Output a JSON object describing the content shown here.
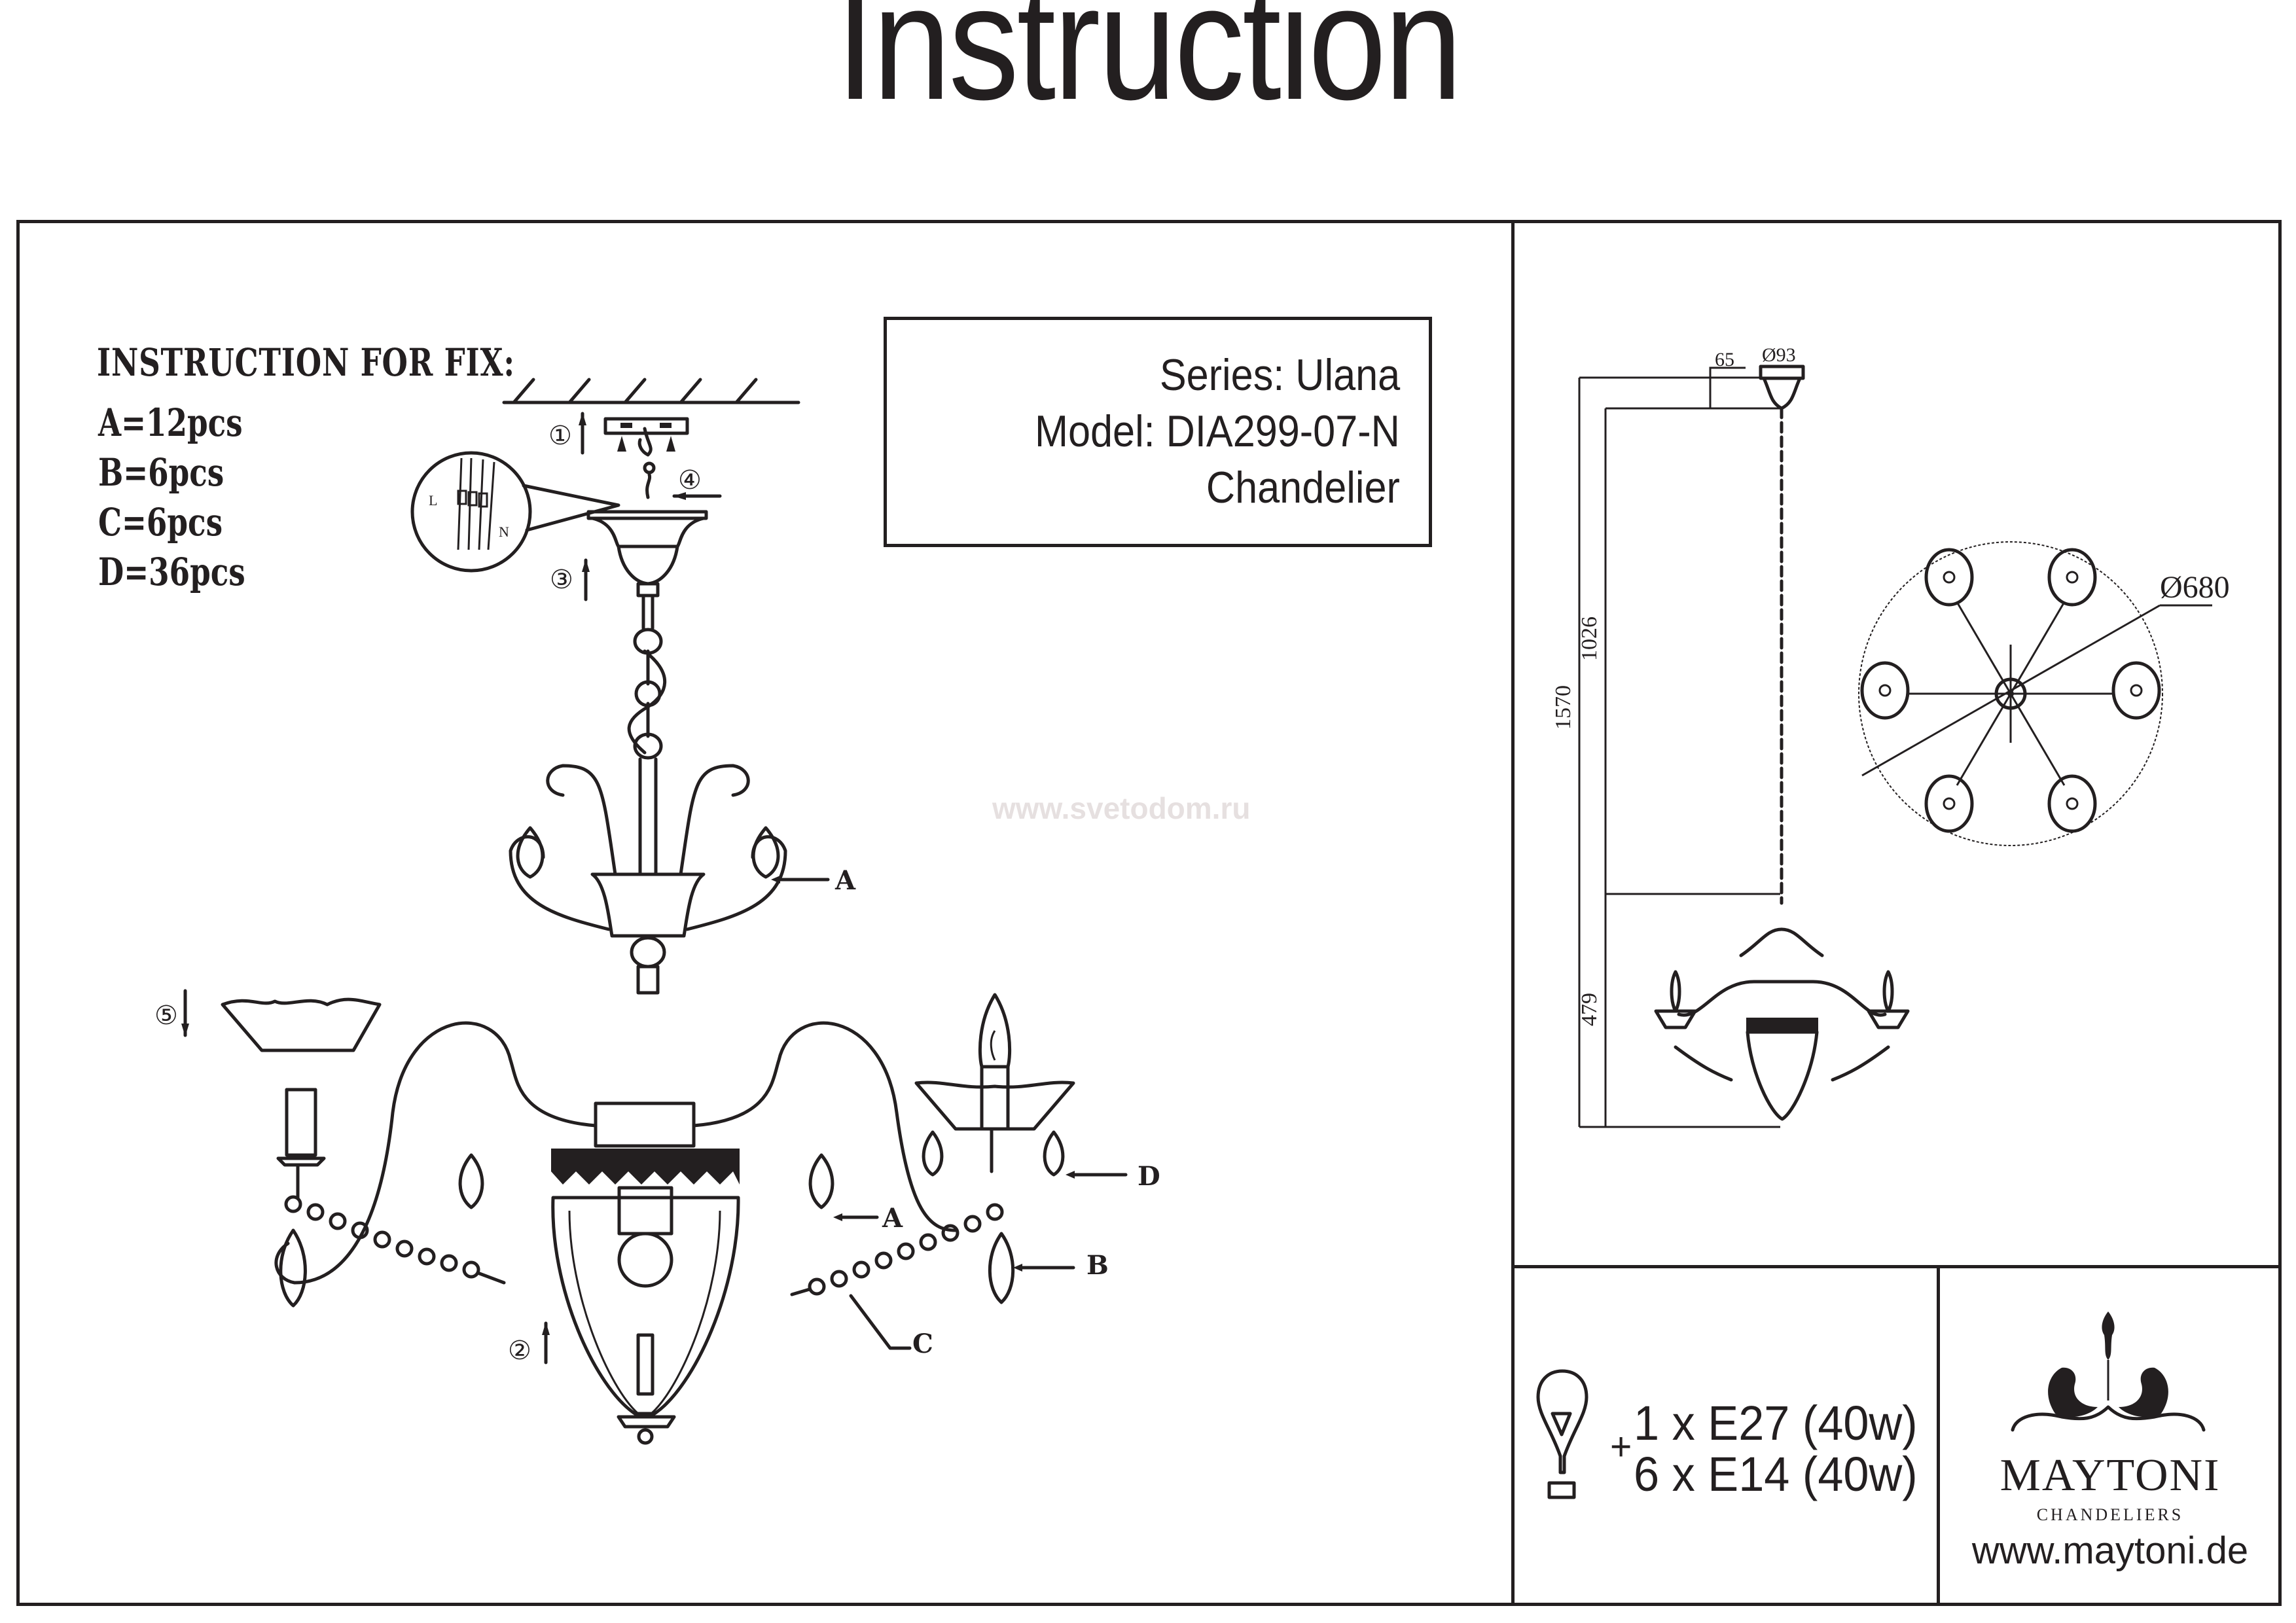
{
  "document": {
    "title": "Instruction",
    "watermark": "www.svetodom.ru"
  },
  "product": {
    "series_line": "Series: Ulana",
    "model_line": "Model: DIA299-07-N",
    "type_line": "Chandelier"
  },
  "fix_instructions": {
    "heading": "INSTRUCTION FOR FIX:",
    "parts": [
      {
        "label": "A=12pcs"
      },
      {
        "label": "B=6pcs"
      },
      {
        "label": "C=6pcs"
      },
      {
        "label": "D=36pcs"
      }
    ]
  },
  "assembly": {
    "steps": [
      "①",
      "②",
      "③",
      "④",
      "⑤"
    ],
    "callouts": {
      "a": "A",
      "b": "B",
      "c": "C",
      "d": "D"
    },
    "wire_labels": {
      "live": "L",
      "neutral": "N"
    }
  },
  "dimensions": {
    "units": "mm",
    "canopy_height": "65",
    "canopy_diameter": "Ø93",
    "total_height": "1570",
    "chain_length": "1026",
    "body_height": "479",
    "overall_diameter": "Ø680"
  },
  "bulbs": {
    "icon": "light-bulb-icon",
    "plus": "+",
    "lines": [
      "1 x E27 (40w)",
      "6 x E14 (40w)"
    ]
  },
  "brand": {
    "name": "MAYTONI",
    "subtitle": "CHANDELIERS",
    "url": "www.maytoni.de"
  }
}
